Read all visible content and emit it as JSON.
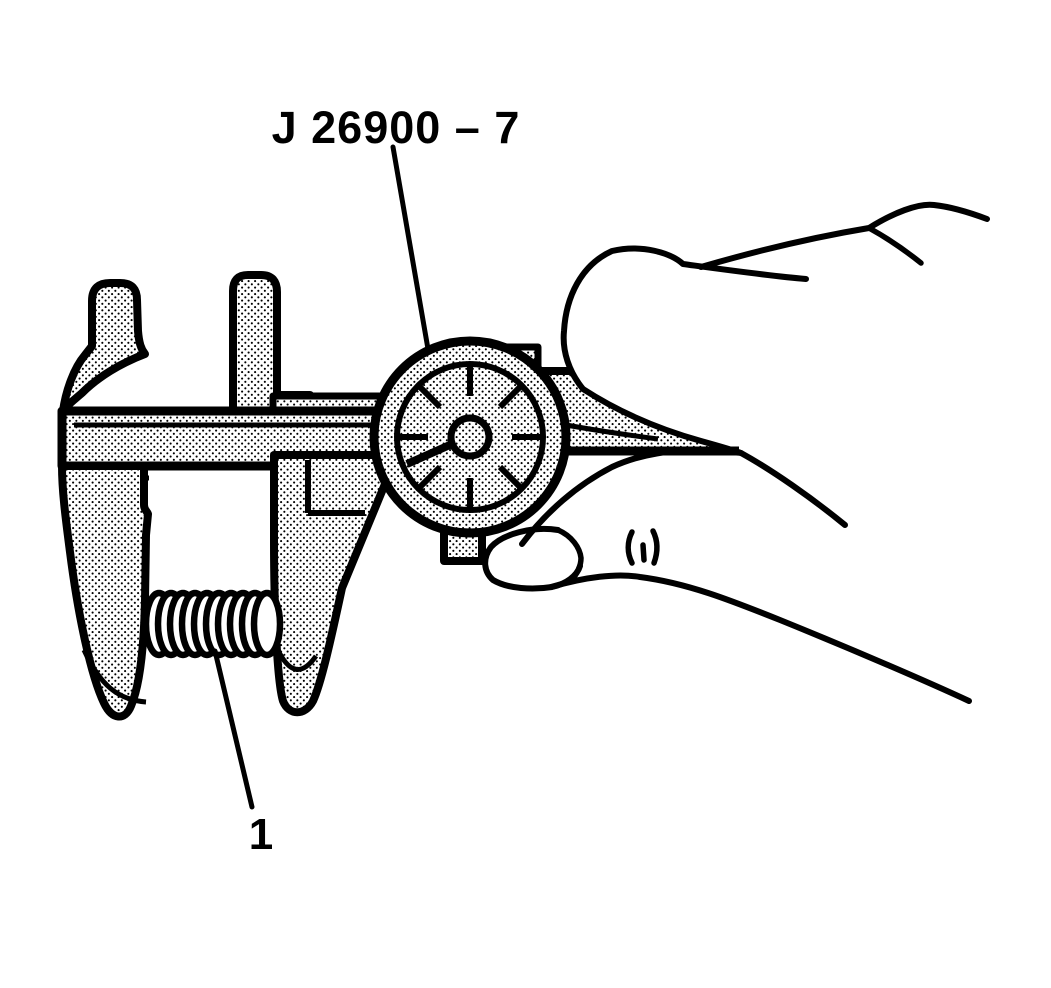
{
  "figure": {
    "background_color": "#ffffff",
    "ink_color": "#000000",
    "tool_callout": {
      "label": "J 26900 – 7",
      "points_to": "dial-gauge"
    },
    "part_callout": {
      "label": "1",
      "points_to": "coil-spring"
    }
  }
}
